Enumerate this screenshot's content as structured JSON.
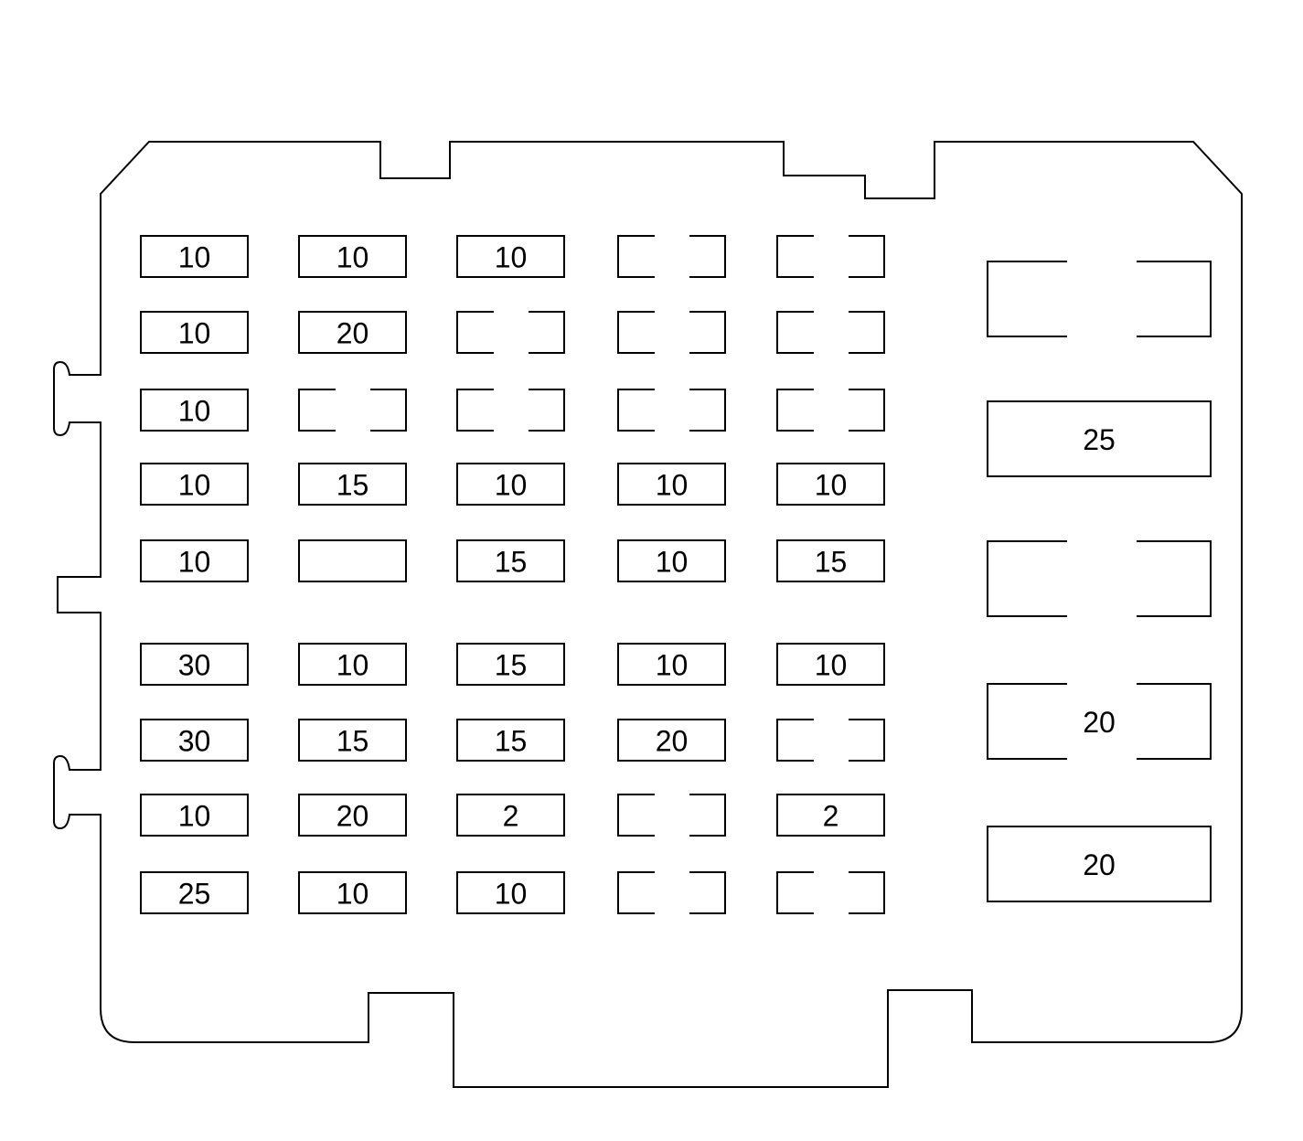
{
  "colors": {
    "line": "#000000",
    "background": "#ffffff"
  },
  "fuse_grid": {
    "rows": [
      [
        "10",
        "10",
        "10",
        null,
        null
      ],
      [
        "10",
        "20",
        null,
        null,
        null
      ],
      [
        "10",
        null,
        null,
        null,
        null
      ],
      [
        "10",
        "15",
        "10",
        "10",
        "10"
      ],
      [
        "10",
        "",
        "15",
        "10",
        "15"
      ],
      [
        "30",
        "10",
        "15",
        "10",
        "10"
      ],
      [
        "30",
        "15",
        "15",
        "20",
        null
      ],
      [
        "10",
        "20",
        "2",
        null,
        "2"
      ],
      [
        "25",
        "10",
        "10",
        null,
        null
      ]
    ]
  },
  "relay_slots": [
    {
      "label": null,
      "open": true
    },
    {
      "label": "25",
      "open": false
    },
    {
      "label": null,
      "open": true
    },
    {
      "label": "20",
      "open": true
    },
    {
      "label": "20",
      "open": false
    }
  ]
}
